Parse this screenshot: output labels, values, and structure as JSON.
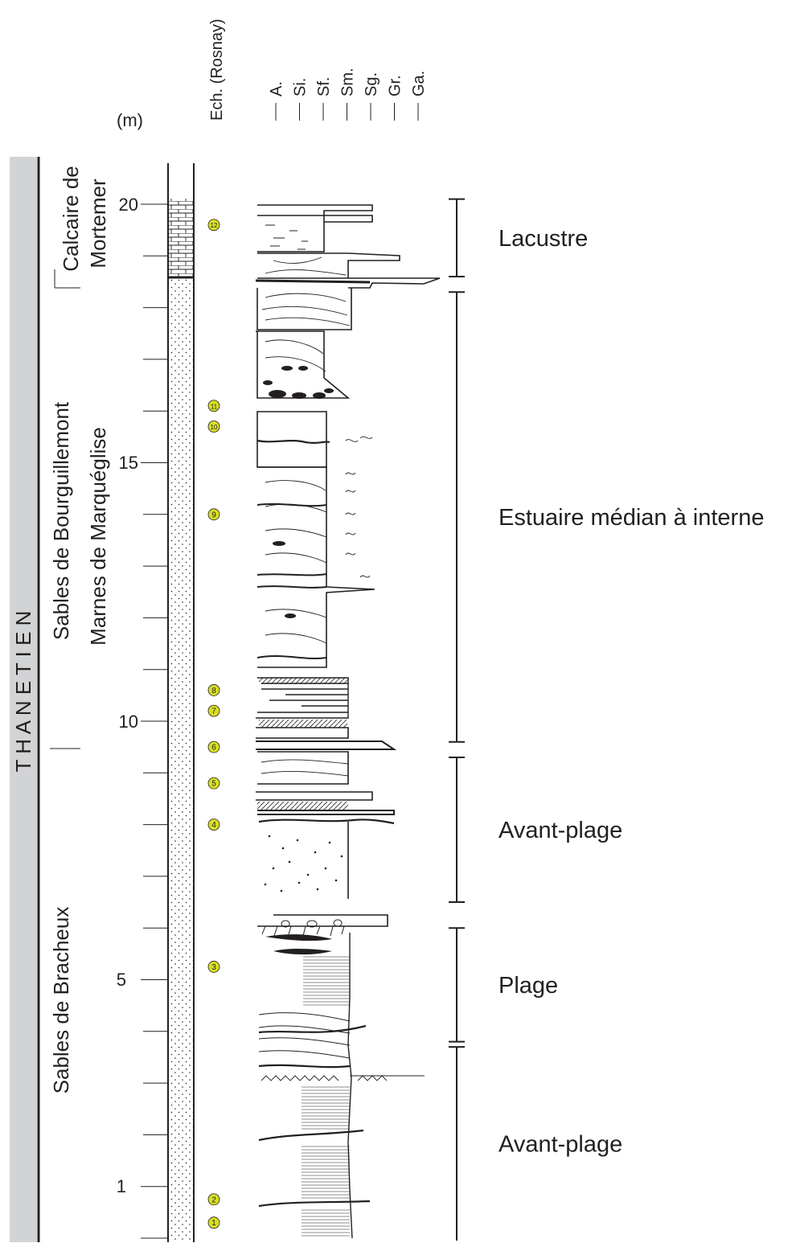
{
  "stage_label": "T H A N E T I E N",
  "unit_label": "(m)",
  "samples_header": "Ech. (Rosnay)",
  "scale": {
    "ticks": [
      "1",
      "5",
      "10",
      "15",
      "20"
    ]
  },
  "grain_sizes": [
    "A.",
    "Si.",
    "Sf.",
    "Sm.",
    "Sg.",
    "Gr.",
    "Ga."
  ],
  "formations": [
    {
      "id": "calcaire",
      "line1": "Calcaire de",
      "line2": "Mortemer"
    },
    {
      "id": "bourguillemont",
      "line1": "Sables de Bourguillemont",
      "line2": "Marnes de Marquéglise"
    },
    {
      "id": "bracheux",
      "line1": "Sables de Bracheux"
    }
  ],
  "samples": [
    {
      "label": "1",
      "depth": 0.3
    },
    {
      "label": "2",
      "depth": 0.75
    },
    {
      "label": "3",
      "depth": 5.25
    },
    {
      "label": "4",
      "depth": 8.0
    },
    {
      "label": "5",
      "depth": 8.8
    },
    {
      "label": "6",
      "depth": 9.5
    },
    {
      "label": "7",
      "depth": 10.2
    },
    {
      "label": "8",
      "depth": 10.6
    },
    {
      "label": "9",
      "depth": 14.0
    },
    {
      "label": "10",
      "depth": 15.7
    },
    {
      "label": "11",
      "depth": 16.1
    },
    {
      "label": "12",
      "depth": 19.6
    }
  ],
  "environments": [
    {
      "label": "Lacustre",
      "from": 18.6,
      "to": 20.1
    },
    {
      "label": "Estuaire médian à interne",
      "from": 9.6,
      "to": 18.3
    },
    {
      "label": "Avant-plage",
      "from": 6.5,
      "to": 9.3
    },
    {
      "label": "Plage",
      "from": 3.8,
      "to": 6.0
    },
    {
      "label": "Avant-plage",
      "from": -0.3,
      "to": 3.7
    }
  ],
  "colors": {
    "stage_bar": "#d1d3d4",
    "sample_fill": "#d7df23",
    "ink": "#231f20"
  }
}
